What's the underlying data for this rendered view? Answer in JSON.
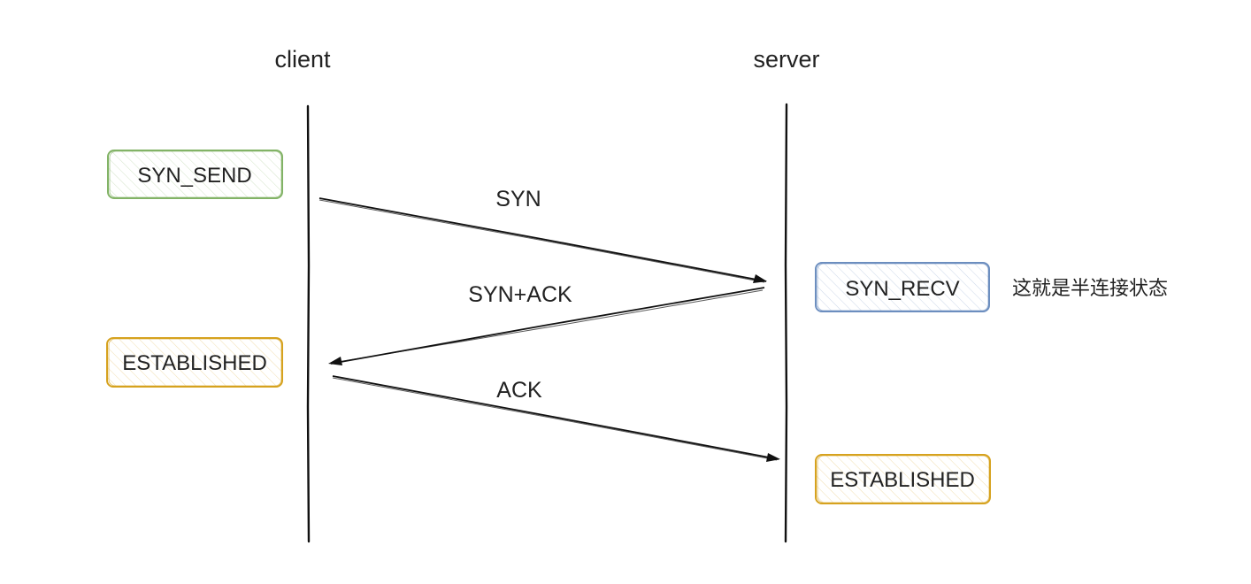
{
  "actors": {
    "client": "client",
    "server": "server"
  },
  "messages": {
    "syn": "SYN",
    "syn_ack": "SYN+ACK",
    "ack": "ACK"
  },
  "states": {
    "client_syn_send": {
      "label": "SYN_SEND",
      "color": "#82b366"
    },
    "client_established": {
      "label": "ESTABLISHED",
      "color": "#d6a21e"
    },
    "server_syn_recv": {
      "label": "SYN_RECV",
      "color": "#6c8ebf"
    },
    "server_established": {
      "label": "ESTABLISHED",
      "color": "#d6a21e"
    }
  },
  "annotation": "这就是半连接状态"
}
